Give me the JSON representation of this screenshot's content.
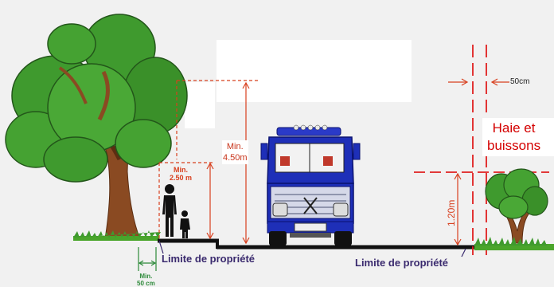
{
  "labels": {
    "min_250": "Min.\n2.50 m",
    "min_450": "Min.\n4.50m",
    "dim_50cm": "50cm",
    "dim_120m": "1.20m",
    "hedge": "Haie et\nbuissons",
    "limit_left": "Limite de propriété",
    "limit_right": "Limite de propriété",
    "min_50cm": "Min.\n50 cm"
  },
  "colors": {
    "background": "#f1f1f1",
    "dimension_red": "#d8401f",
    "hedge_red": "#e02020",
    "limit_text": "#3a2a6e",
    "ground": "#111111",
    "truck_blue": "#1e2fb8",
    "foliage": "#3f9a2e",
    "trunk": "#8a4a22",
    "grass": "#4aa52b",
    "setback_green": "#2d8a3a"
  },
  "icons": [
    "tree-icon",
    "pedestrian-icon",
    "truck-icon",
    "shrub-icon",
    "grass-icon"
  ]
}
